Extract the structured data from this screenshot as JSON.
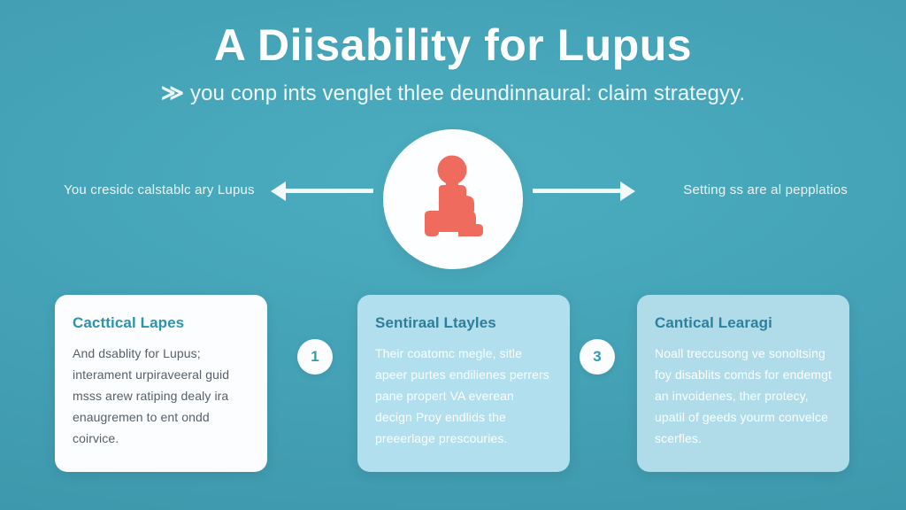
{
  "theme": {
    "background": "#43a0b5",
    "accent_coral": "#ef6b5e",
    "card_light": "#fbfdfe",
    "card_blue": "#b2dfee",
    "heading_teal": "#2b93ad",
    "text_white": "#ffffff"
  },
  "header": {
    "title": "A Diisability for Lupus",
    "chevrons": "≫",
    "subtitle": "you conp ints venglet thlee deundinnaural: claim strategyy."
  },
  "band": {
    "left_label": "You cresidc calstablc ary Lupus",
    "right_label": "Setting ss are al pepplatios",
    "hero_icon": "person-figure-icon",
    "left_arrow_icon": "arrow-left-icon",
    "right_arrow_icon": "arrow-right-icon"
  },
  "cards": [
    {
      "title": "Cacttical Lapes",
      "body": "And dsablity for Lupus; interament urpiraveeral guid msss arew ratiping dealy ira enaugremen to ent ondd coirvice."
    },
    {
      "title": "Sentiraal Ltayles",
      "body": "Their coatomc megle, sitle apeer purtes endilienes perrers pane propert VA everean decign Proy endlids the preeerlage prescouries."
    },
    {
      "title": "Cantical Learagi",
      "body": "Noall treccusong ve sonoltsing foy disablits comds for endemgt an invoidenes, ther protecy, upatil of geeds yourm convelce scerfles."
    }
  ],
  "badges": [
    {
      "label": "1"
    },
    {
      "label": "3"
    }
  ]
}
